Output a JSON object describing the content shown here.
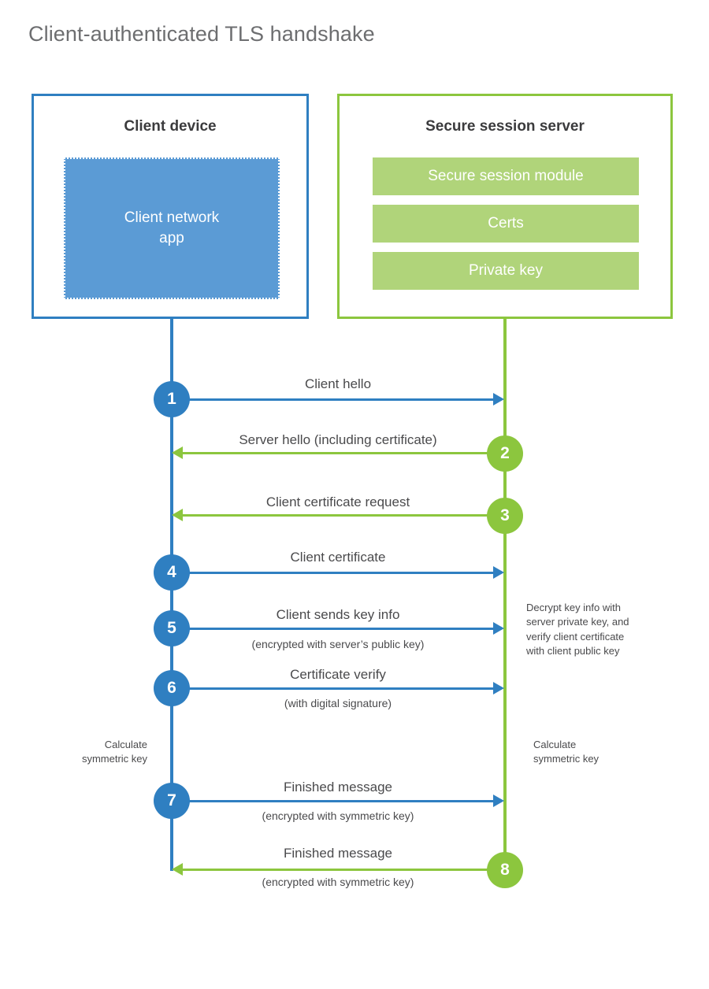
{
  "diagram": {
    "title": "Client-authenticated TLS handshake",
    "type": "sequence-diagram"
  },
  "colors": {
    "client_blue": "#2f7fc1",
    "client_app_fill": "#5b9bd5",
    "server_green": "#8cc63e",
    "server_bar_fill": "#b0d47a",
    "title_gray": "#6d6e70",
    "text_gray": "#4a4a4c",
    "background": "#ffffff"
  },
  "parties": {
    "client": {
      "title": "Client device",
      "app_label": "Client network\napp"
    },
    "server": {
      "title": "Secure session server",
      "components": [
        {
          "label": "Secure session module"
        },
        {
          "label": "Certs"
        },
        {
          "label": "Private key"
        }
      ]
    }
  },
  "steps": [
    {
      "number": "1",
      "label": "Client hello",
      "sublabel": "",
      "from": "client",
      "to": "server",
      "direction": "right",
      "color": "blue"
    },
    {
      "number": "2",
      "label": "Server hello (including certificate)",
      "sublabel": "",
      "from": "server",
      "to": "client",
      "direction": "left",
      "color": "green"
    },
    {
      "number": "3",
      "label": "Client certificate request",
      "sublabel": "",
      "from": "server",
      "to": "client",
      "direction": "left",
      "color": "green"
    },
    {
      "number": "4",
      "label": "Client certificate",
      "sublabel": "",
      "from": "client",
      "to": "server",
      "direction": "right",
      "color": "blue"
    },
    {
      "number": "5",
      "label": "Client sends key info",
      "sublabel": "(encrypted with server’s public key)",
      "from": "client",
      "to": "server",
      "direction": "right",
      "color": "blue"
    },
    {
      "number": "6",
      "label": "Certificate verify",
      "sublabel": "(with digital signature)",
      "from": "client",
      "to": "server",
      "direction": "right",
      "color": "blue"
    },
    {
      "number": "7",
      "label": "Finished message",
      "sublabel": "(encrypted with symmetric key)",
      "from": "client",
      "to": "server",
      "direction": "right",
      "color": "blue"
    },
    {
      "number": "8",
      "label": "Finished message",
      "sublabel": "(encrypted with symmetric key)",
      "from": "server",
      "to": "client",
      "direction": "left",
      "color": "green"
    }
  ],
  "notes": {
    "server_decrypt": "Decrypt key info with\nserver private key, and\nverify client certificate\nwith client public key",
    "client_calculate": "Calculate\nsymmetric key",
    "server_calculate": "Calculate\nsymmetric key"
  }
}
